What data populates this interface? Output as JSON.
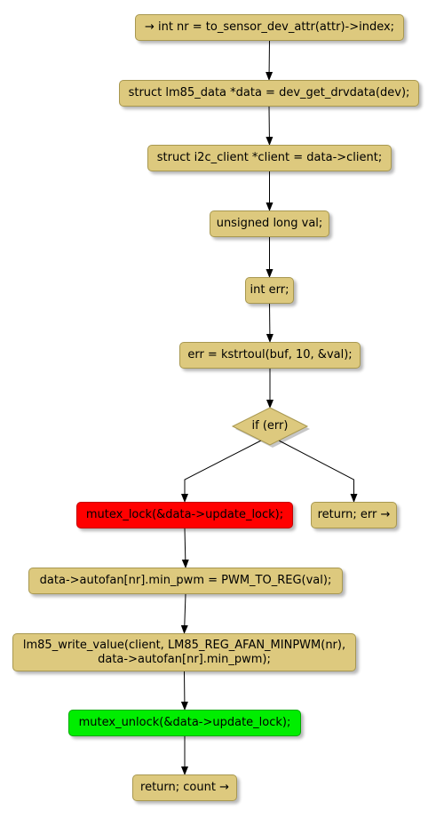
{
  "flowchart": {
    "nodes": [
      {
        "id": "n1",
        "shape": "box",
        "text": "→ int nr = to_sensor_dev_attr(attr)->index;"
      },
      {
        "id": "n2",
        "shape": "box",
        "text": "struct lm85_data *data = dev_get_drvdata(dev);"
      },
      {
        "id": "n3",
        "shape": "box",
        "text": "struct i2c_client *client = data->client;"
      },
      {
        "id": "n4",
        "shape": "box",
        "text": "unsigned long val;"
      },
      {
        "id": "n5",
        "shape": "box",
        "text": "int err;"
      },
      {
        "id": "n6",
        "shape": "box",
        "text": "err = kstrtoul(buf, 10, &val);"
      },
      {
        "id": "n7",
        "shape": "diamond",
        "text": "if (err)"
      },
      {
        "id": "n8",
        "shape": "box",
        "text": "mutex_lock(&data->update_lock);",
        "fill": "#ff0000"
      },
      {
        "id": "n9",
        "shape": "box",
        "text": "return; err →"
      },
      {
        "id": "n10",
        "shape": "box",
        "text": "data->autofan[nr].min_pwm = PWM_TO_REG(val);"
      },
      {
        "id": "n11",
        "shape": "box",
        "text": "lm85_write_value(client, LM85_REG_AFAN_MINPWM(nr),\ndata->autofan[nr].min_pwm);"
      },
      {
        "id": "n12",
        "shape": "box",
        "text": "mutex_unlock(&data->update_lock);",
        "fill": "#00ee00"
      },
      {
        "id": "n13",
        "shape": "box",
        "text": "return; count →"
      }
    ],
    "edges": [
      {
        "from": "n1",
        "to": "n2"
      },
      {
        "from": "n2",
        "to": "n3"
      },
      {
        "from": "n3",
        "to": "n4"
      },
      {
        "from": "n4",
        "to": "n5"
      },
      {
        "from": "n5",
        "to": "n6"
      },
      {
        "from": "n6",
        "to": "n7"
      },
      {
        "from": "n7",
        "to": "n8"
      },
      {
        "from": "n7",
        "to": "n9"
      },
      {
        "from": "n8",
        "to": "n10"
      },
      {
        "from": "n10",
        "to": "n11"
      },
      {
        "from": "n11",
        "to": "n12"
      },
      {
        "from": "n12",
        "to": "n13"
      }
    ],
    "colors": {
      "node_fill": "#ddc97e",
      "node_border": "#a89850",
      "lock_fill": "#ff0000",
      "unlock_fill": "#00ee00",
      "edge": "#000000"
    }
  }
}
